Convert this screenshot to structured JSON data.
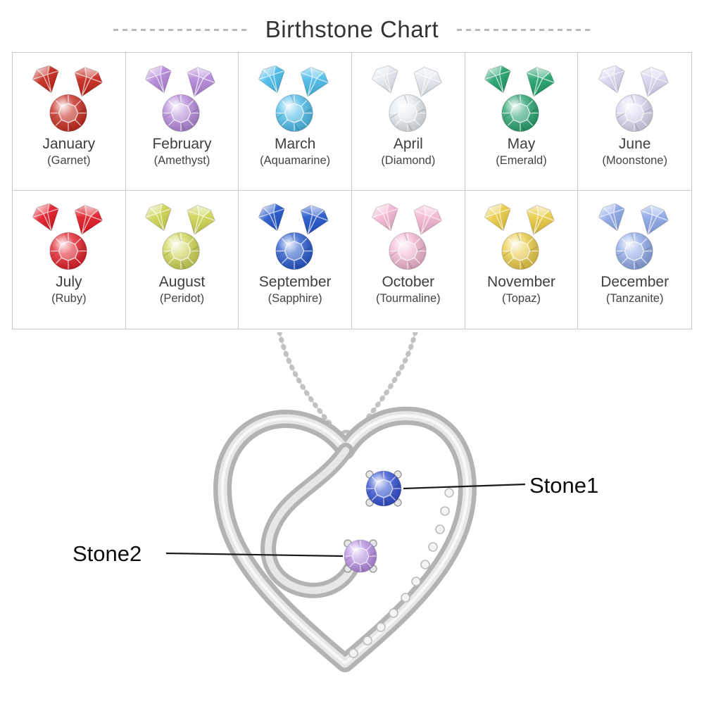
{
  "title": "Birthstone Chart",
  "chart": {
    "months": [
      {
        "name": "January",
        "stone": "(Garnet)",
        "color": "#c32014"
      },
      {
        "name": "February",
        "stone": "(Amethyst)",
        "color": "#b184d8"
      },
      {
        "name": "March",
        "stone": "(Aquamarine)",
        "color": "#45b9e8"
      },
      {
        "name": "April",
        "stone": "(Diamond)",
        "color": "#e2e9ef"
      },
      {
        "name": "May",
        "stone": "(Emerald)",
        "color": "#1d9f68"
      },
      {
        "name": "June",
        "stone": "(Moonstone)",
        "color": "#d9d4ef"
      },
      {
        "name": "July",
        "stone": "(Ruby)",
        "color": "#e01420"
      },
      {
        "name": "August",
        "stone": "(Peridot)",
        "color": "#ccd34e"
      },
      {
        "name": "September",
        "stone": "(Sapphire)",
        "color": "#1d51c9"
      },
      {
        "name": "October",
        "stone": "(Tourmaline)",
        "color": "#f2b3d0"
      },
      {
        "name": "November",
        "stone": "(Topaz)",
        "color": "#e8c93e"
      },
      {
        "name": "December",
        "stone": "(Tanzanite)",
        "color": "#8aa5e6"
      }
    ]
  },
  "pendant": {
    "stone1": {
      "label": "Stone1",
      "color": "#2746ce"
    },
    "stone2": {
      "label": "Stone2",
      "color": "#b287e0"
    },
    "metal_color": "#bdbdbd"
  }
}
